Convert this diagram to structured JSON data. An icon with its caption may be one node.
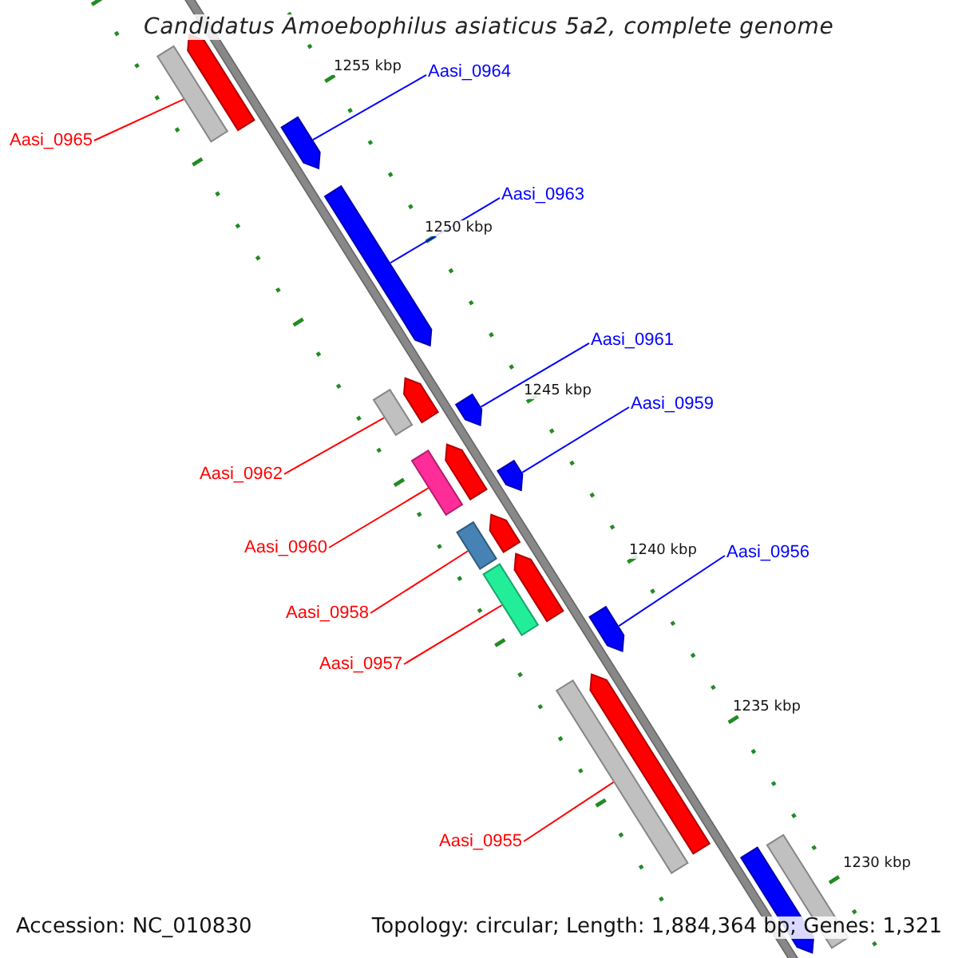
{
  "diagram": {
    "title": "Candidatus Amoebophilus asiaticus 5a2, complete genome",
    "nodes": [
      {
        "text": [
          "Aasi_0964"
        ]
      },
      {
        "text": [
          "Aasi_0965"
        ]
      },
      {
        "text": [
          "Aasi_0963"
        ]
      },
      {
        "text": [
          "Aasi_0961"
        ]
      },
      {
        "text": [
          "Aasi_0959"
        ]
      },
      {
        "text": [
          "Aasi_0962"
        ]
      },
      {
        "text": [
          "Aasi_0960"
        ]
      },
      {
        "text": [
          "Aasi_0956"
        ]
      },
      {
        "text": [
          "Aasi_0958"
        ]
      },
      {
        "text": [
          "Aasi_0957"
        ]
      },
      {
        "text": [
          "Aasi_0955"
        ]
      },
      {
        "text": [],
        "shape": "bar"
      },
      {
        "text": [],
        "shape": "bar"
      },
      {
        "text": [],
        "shape": "bar"
      },
      {
        "text": [],
        "shape": "bar"
      },
      {
        "text": [],
        "shape": "bar"
      },
      {
        "text": [],
        "shape": "bar"
      },
      {
        "text": [],
        "shape": "bar"
      },
      {
        "text": [],
        "shape": "bar"
      },
      {
        "text": [],
        "shape": "bar"
      },
      {
        "text": [],
        "shape": "bar"
      },
      {
        "text": [],
        "shape": "bar"
      }
    ],
    "edges": [
      {
        "from": 0,
        "to": 11,
        "arrow": "none",
        "color": "#0000ff"
      },
      {
        "from": 1,
        "to": 12,
        "arrow": "none"
      },
      {
        "from": 2,
        "to": 13,
        "arrow": "none",
        "color": "#0000ff"
      },
      {
        "from": 3,
        "to": 14,
        "arrow": "none",
        "color": "#0000ff"
      },
      {
        "from": 4,
        "to": 15,
        "arrow": "none",
        "color": "#0000ff"
      },
      {
        "from": 5,
        "to": 16,
        "arrow": "none"
      },
      {
        "from": 6,
        "to": 17,
        "arrow": "none"
      },
      {
        "from": 7,
        "to": 18,
        "arrow": "none",
        "color": "#0000ff"
      },
      {
        "from": 8,
        "to": 19,
        "arrow": "none"
      },
      {
        "from": 9,
        "to": 20,
        "arrow": "none"
      },
      {
        "from": 10,
        "to": 21,
        "arrow": "none"
      }
    ],
    "labels": [
      "1255 kbp",
      "1250 kbp",
      "1245 kbp",
      "1240 kbp",
      "1235 kbp",
      "1230 kbp",
      "Accession: NC_010830",
      "Topology: circular; Length: 1,884,364 bp; Genes: 1,321"
    ]
  }
}
